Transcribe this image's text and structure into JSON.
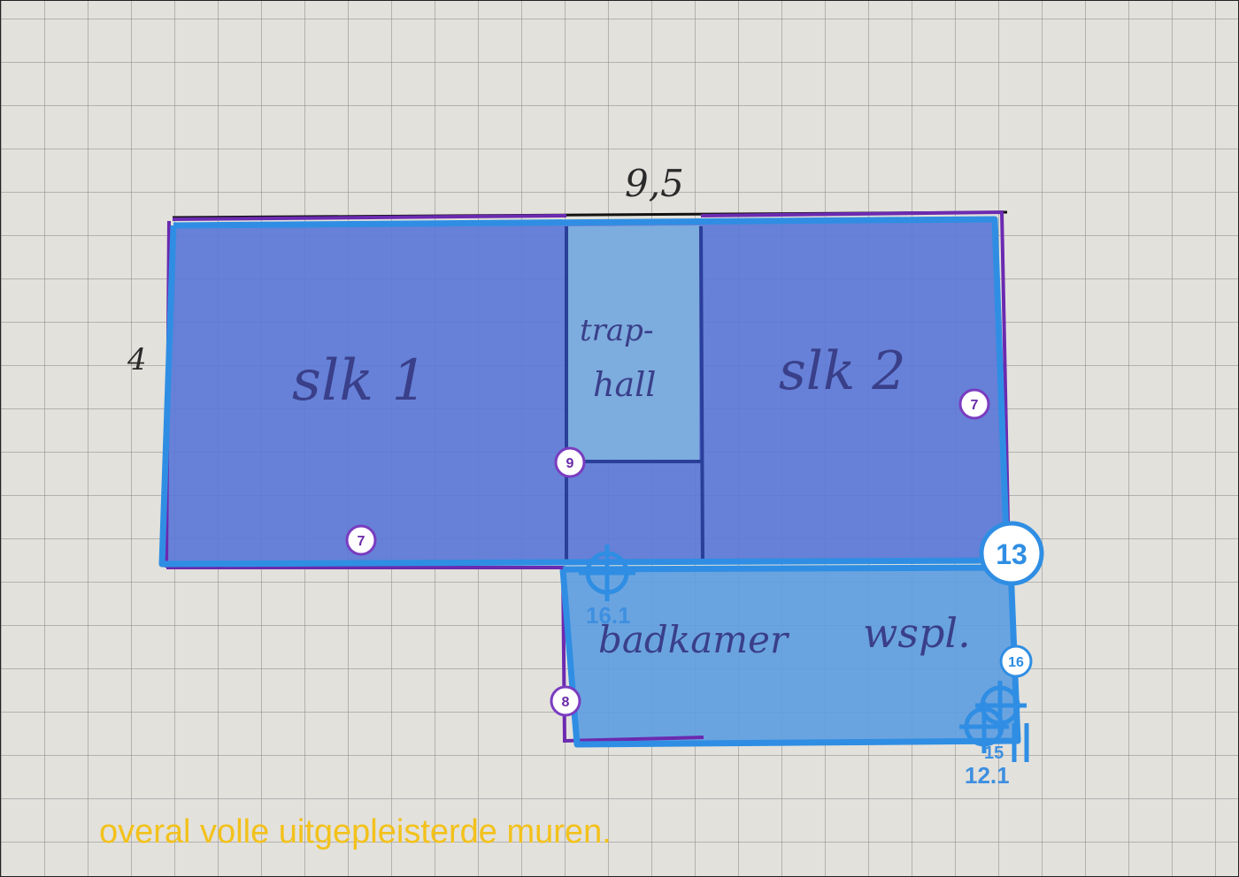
{
  "dimensions": {
    "width": "9,5",
    "height": "4"
  },
  "rooms": {
    "room1": "slk 1",
    "hall_line1": "trap-",
    "hall_line2": "hall",
    "room2": "slk 2",
    "bath_left": "badkamer",
    "bath_right": "wspl."
  },
  "badges": {
    "room1_bottom": "7",
    "room2_right": "7",
    "hall_corner": "9",
    "bath_left": "8",
    "bath_right": "16",
    "big_corner": "13"
  },
  "measures": {
    "crosshair_top": "16.1",
    "crosshair_bottom": "12.1",
    "crosshair_bottom_small": "15"
  },
  "footer_note": "overal volle uitgepleisterde muren.",
  "colors": {
    "room_fill": "#5b78d6",
    "hall_fill": "#6aa0d8",
    "bath_fill": "#5f9ee0",
    "outline_blue": "#2f8ee3",
    "outline_purple": "#6b2ab0",
    "badge_stroke": "#7a3cc0",
    "footer_text": "#f3c11a"
  }
}
